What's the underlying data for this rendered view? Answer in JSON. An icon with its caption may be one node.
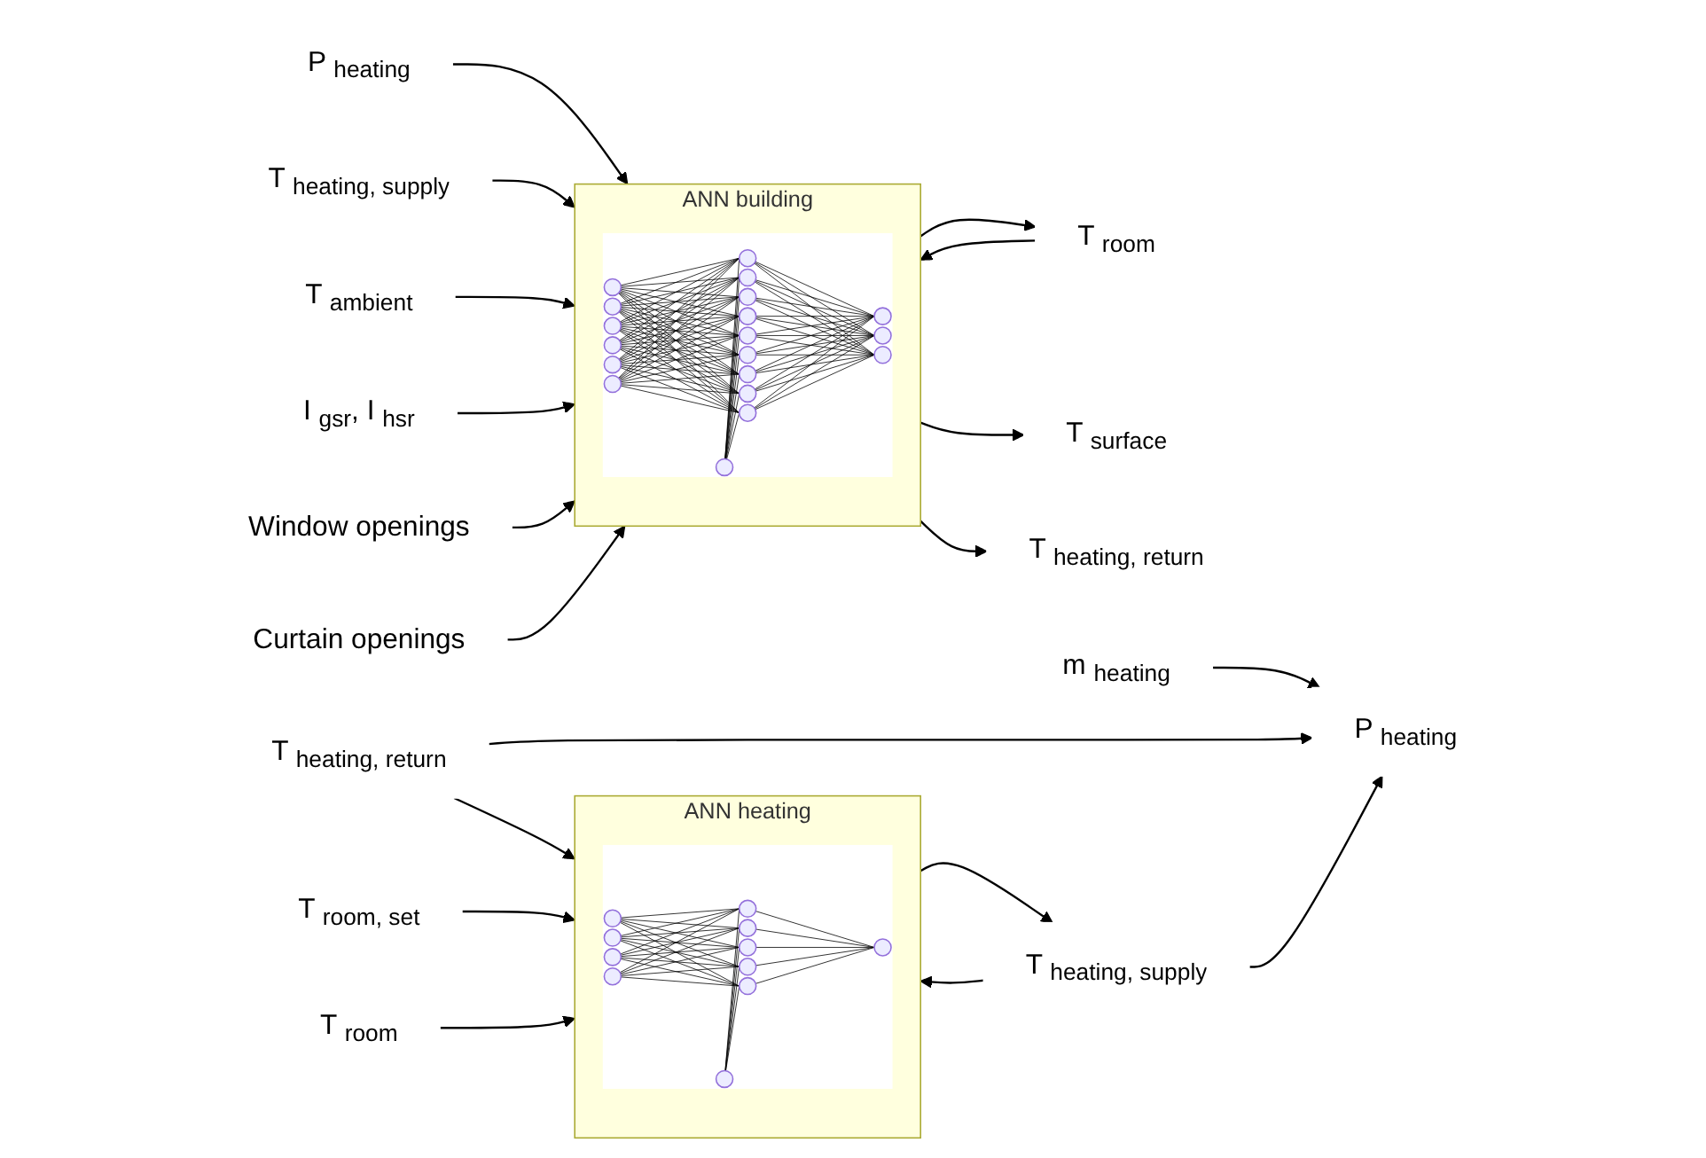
{
  "diagram": {
    "nodes": [
      {
        "text": [
          "P$_{heating}$"
        ]
      },
      {
        "text": [
          "T$_{heating, supply}$"
        ]
      },
      {
        "text": [
          "T$_{ambient}$"
        ]
      },
      {
        "text": [
          "I$_{gsr}$, I$_{hsr}$"
        ]
      },
      {
        "text": [
          "Window openings"
        ]
      },
      {
        "text": [
          "Curtain openings"
        ]
      },
      {
        "text": [
          "ANN building"
        ]
      },
      {
        "text": [],
        "shape": "picture",
        "in": 6
      },
      {
        "text": [
          "T$_{room}$"
        ]
      },
      {
        "text": [
          "T$_{surface}$"
        ]
      },
      {
        "text": [
          "T$_{heating, return}$"
        ]
      },
      {
        "text": [
          "m$_{heating}$"
        ]
      },
      {
        "text": [
          "T$_{heating, return}$"
        ]
      },
      {
        "text": [
          "T$_{room, set}$"
        ]
      },
      {
        "text": [
          "T$_{room}$"
        ]
      },
      {
        "text": [
          "ANN heating"
        ]
      },
      {
        "text": [],
        "shape": "picture",
        "in": 15
      },
      {
        "text": [
          "T$_{heating, supply}$"
        ]
      },
      {
        "text": [
          "P$_{heating}$"
        ]
      }
    ],
    "edges": [
      {
        "from": 0,
        "to": 6,
        "arrow": "to"
      },
      {
        "from": 1,
        "to": 6,
        "arrow": "to"
      },
      {
        "from": 2,
        "to": 6,
        "arrow": "to"
      },
      {
        "from": 3,
        "to": 6,
        "arrow": "to"
      },
      {
        "from": 4,
        "to": 6,
        "arrow": "to"
      },
      {
        "from": 5,
        "to": 6,
        "arrow": "to"
      },
      {
        "from": 6,
        "to": 8,
        "arrow": "to"
      },
      {
        "from": 6,
        "to": 9,
        "arrow": "to"
      },
      {
        "from": 6,
        "to": 10,
        "arrow": "to"
      },
      {
        "from": 8,
        "to": 6,
        "arrow": "to"
      },
      {
        "from": 11,
        "to": 18,
        "arrow": "to"
      },
      {
        "from": 12,
        "to": 18,
        "arrow": "to"
      },
      {
        "from": 12,
        "to": 15,
        "arrow": "to"
      },
      {
        "from": 13,
        "to": 15,
        "arrow": "to"
      },
      {
        "from": 14,
        "to": 15,
        "arrow": "to"
      },
      {
        "from": 15,
        "to": 17,
        "arrow": "to"
      },
      {
        "from": 17,
        "to": 15,
        "arrow": "to"
      },
      {
        "from": 17,
        "to": 18,
        "arrow": "to"
      }
    ]
  }
}
